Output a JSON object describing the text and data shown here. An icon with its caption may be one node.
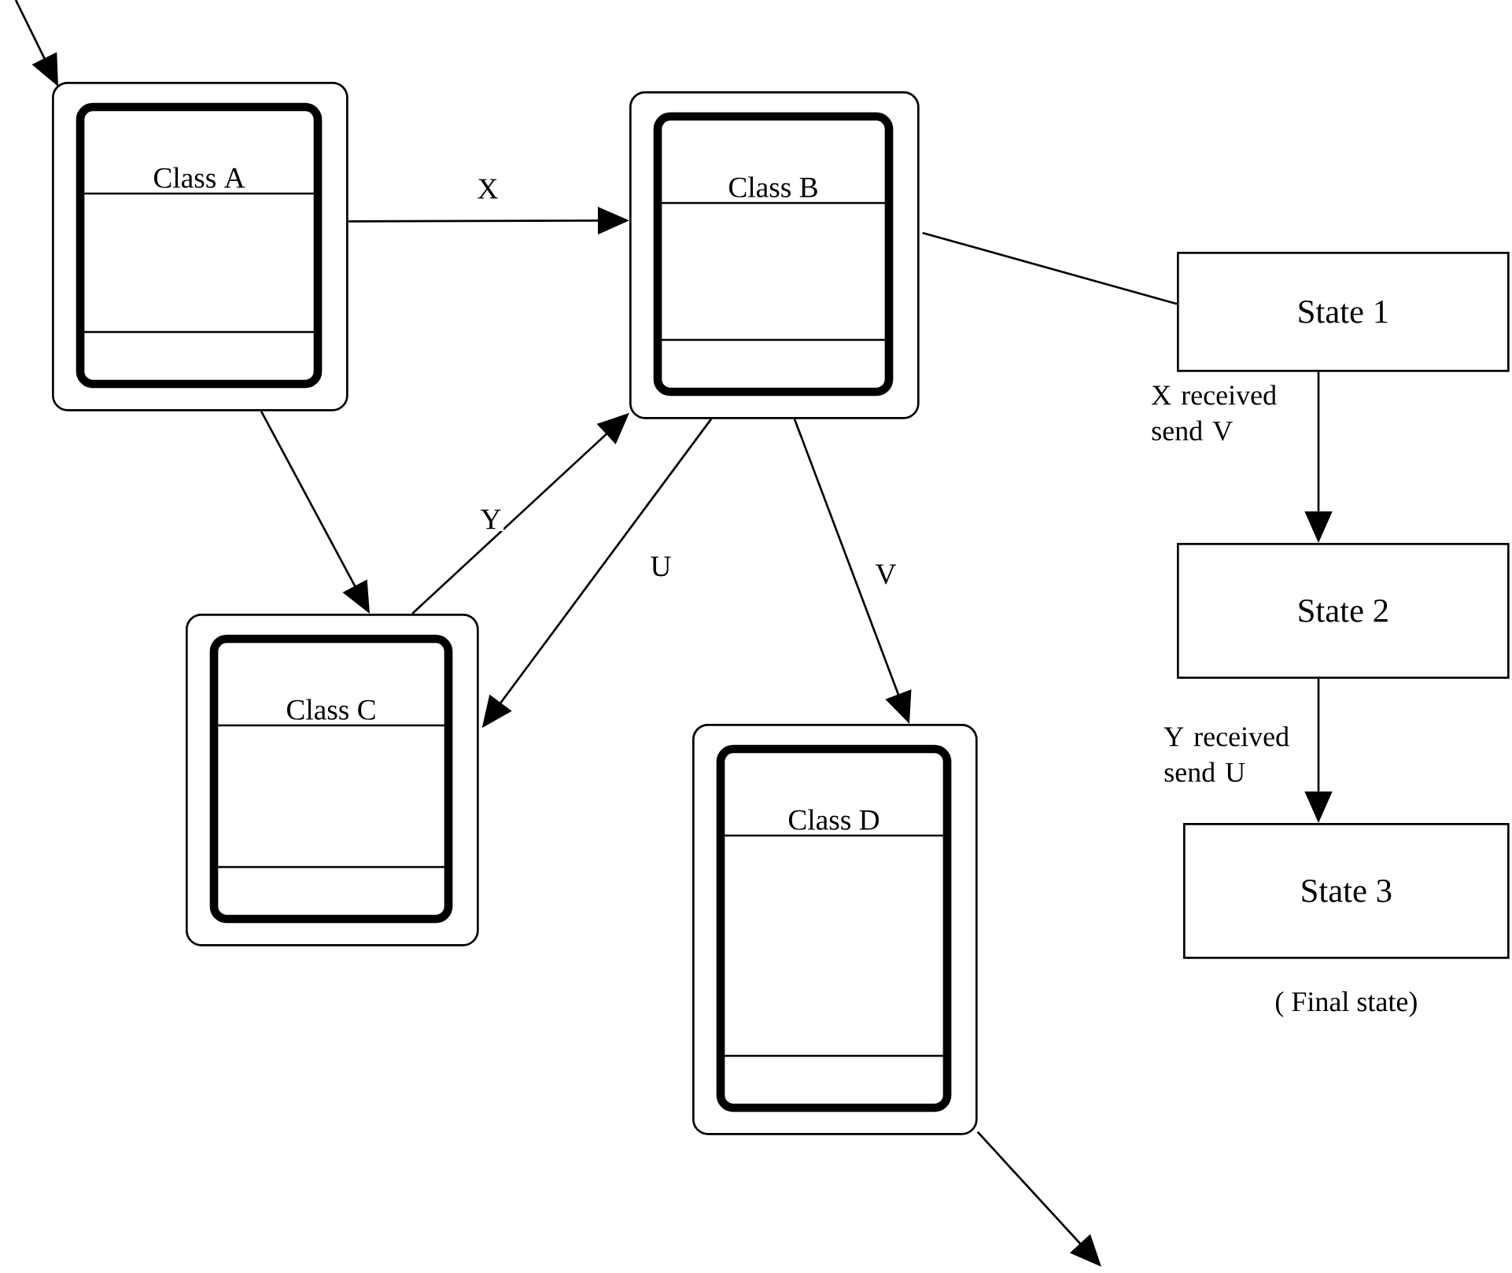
{
  "diagram": {
    "nodes": [
      {
        "text": [
          "Class A"
        ]
      },
      {
        "text": [
          "Class B"
        ]
      },
      {
        "text": [
          "Class C"
        ]
      },
      {
        "text": [
          "Class D"
        ]
      },
      {
        "text": [
          "State 1"
        ]
      },
      {
        "text": [
          "State 2"
        ]
      },
      {
        "text": [
          "State 3"
        ],
        "beside": [
          "( Final state)"
        ]
      }
    ],
    "edges": [
      {
        "from": null,
        "to": 0,
        "arrow": "to"
      },
      {
        "from": 0,
        "to": 1,
        "arrow": "to",
        "label": "X"
      },
      {
        "from": 0,
        "to": 2,
        "arrow": "to"
      },
      {
        "from": 2,
        "to": 1,
        "arrow": "to",
        "label": "Y"
      },
      {
        "from": 1,
        "to": 2,
        "arrow": "to",
        "label": "U"
      },
      {
        "from": 1,
        "to": 3,
        "arrow": "to",
        "label": "V"
      },
      {
        "from": 1,
        "to": 4,
        "arrow": "none"
      },
      {
        "from": 4,
        "to": 5,
        "arrow": "to",
        "label": "X received send  V"
      },
      {
        "from": 5,
        "to": 6,
        "arrow": "to",
        "label": "Y received send U"
      },
      {
        "from": 3,
        "to": null,
        "arrow": "to"
      }
    ]
  }
}
